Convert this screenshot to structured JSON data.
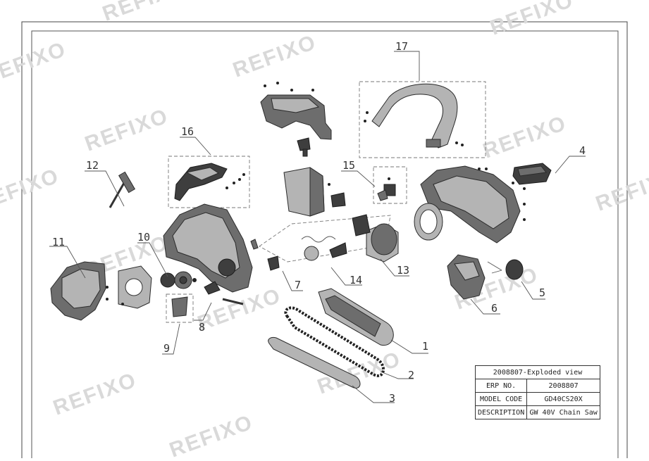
{
  "watermark": {
    "text": "REFIXO"
  },
  "callouts": [
    {
      "id": "1",
      "label": "1"
    },
    {
      "id": "2",
      "label": "2"
    },
    {
      "id": "3",
      "label": "3"
    },
    {
      "id": "4",
      "label": "4"
    },
    {
      "id": "5",
      "label": "5"
    },
    {
      "id": "6",
      "label": "6"
    },
    {
      "id": "7",
      "label": "7"
    },
    {
      "id": "8",
      "label": "8"
    },
    {
      "id": "9",
      "label": "9"
    },
    {
      "id": "10",
      "label": "10"
    },
    {
      "id": "11",
      "label": "11"
    },
    {
      "id": "12",
      "label": "12"
    },
    {
      "id": "13",
      "label": "13"
    },
    {
      "id": "14",
      "label": "14"
    },
    {
      "id": "15",
      "label": "15"
    },
    {
      "id": "16",
      "label": "16"
    },
    {
      "id": "17",
      "label": "17"
    }
  ],
  "title_block": {
    "title": "2008807-Exploded view",
    "rows": [
      {
        "key": "ERP NO.",
        "value": "2008807"
      },
      {
        "key": "MODEL CODE",
        "value": "GD40CS20X"
      },
      {
        "key": "DESCRIPTION",
        "value": "GW 40V Chain Saw"
      }
    ]
  },
  "colors": {
    "part": "#6d6d6d",
    "line": "#2b2b2b",
    "watermark": "#d9d9d9"
  }
}
